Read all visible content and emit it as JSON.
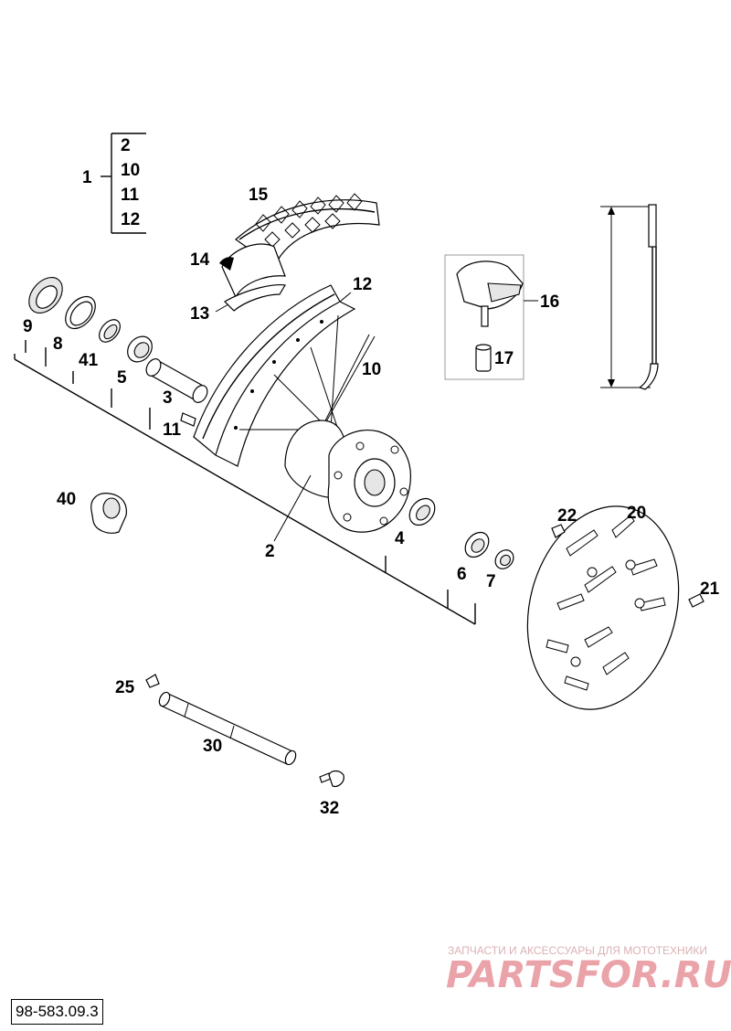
{
  "assembly": {
    "number": "1",
    "children": [
      "2",
      "10",
      "11",
      "12"
    ]
  },
  "labels": {
    "p2": "2",
    "p3": "3",
    "p4": "4",
    "p5": "5",
    "p6": "6",
    "p7": "7",
    "p8": "8",
    "p9": "9",
    "p10": "10",
    "p11": "11",
    "p12": "12",
    "p13": "13",
    "p14": "14",
    "p15": "15",
    "p16": "16",
    "p17": "17",
    "p20": "20",
    "p21": "21",
    "p22": "22",
    "p25": "25",
    "p30": "30",
    "p32": "32",
    "p40": "40",
    "p41": "41"
  },
  "watermark": {
    "tagline": "ЗАПЧАСТИ И АКСЕССУАРЫ ДЛЯ МОТОТЕХНИКИ",
    "brand": "PARTSFOR.RU"
  },
  "document_code": "98-583.09.3"
}
